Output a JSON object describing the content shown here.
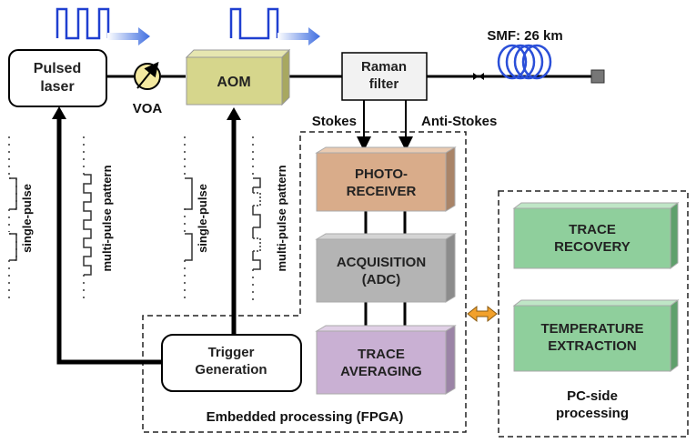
{
  "components": {
    "pulsed_laser": "Pulsed\nlaser",
    "voa": "VOA",
    "aom": "AOM",
    "raman_filter": "Raman\nfilter",
    "fiber": "SMF: 26 km",
    "photoreceiver": "PHOTO-\nRECEIVER",
    "acquisition": "ACQUISITION\n(ADC)",
    "trace_averaging": "TRACE\nAVERAGING",
    "trigger_generation": "Trigger\nGeneration",
    "trace_recovery": "TRACE\nRECOVERY",
    "temperature_extraction": "TEMPERATURE\nEXTRACTION"
  },
  "labels": {
    "stokes": "Stokes",
    "anti_stokes": "Anti-Stokes",
    "embedded_region": "Embedded processing (FPGA)",
    "pc_region": "PC-side\nprocessing",
    "single_pulse_1": "single-pulse",
    "multi_pulse_1": "multi-pulse pattern",
    "single_pulse_2": "single-pulse",
    "multi_pulse_2": "multi-pulse pattern"
  },
  "colors": {
    "aom": "#d6d68c",
    "photoreceiver": "#d9ac8a",
    "acquisition": "#b4b4b4",
    "trace_averaging": "#c9b0d3",
    "pc_boxes": "#8fcf9c",
    "pulse_blue": "#1f3fd0",
    "fiber_blue": "#2b4fd8",
    "bidir_arrow": "#f2a12c"
  }
}
